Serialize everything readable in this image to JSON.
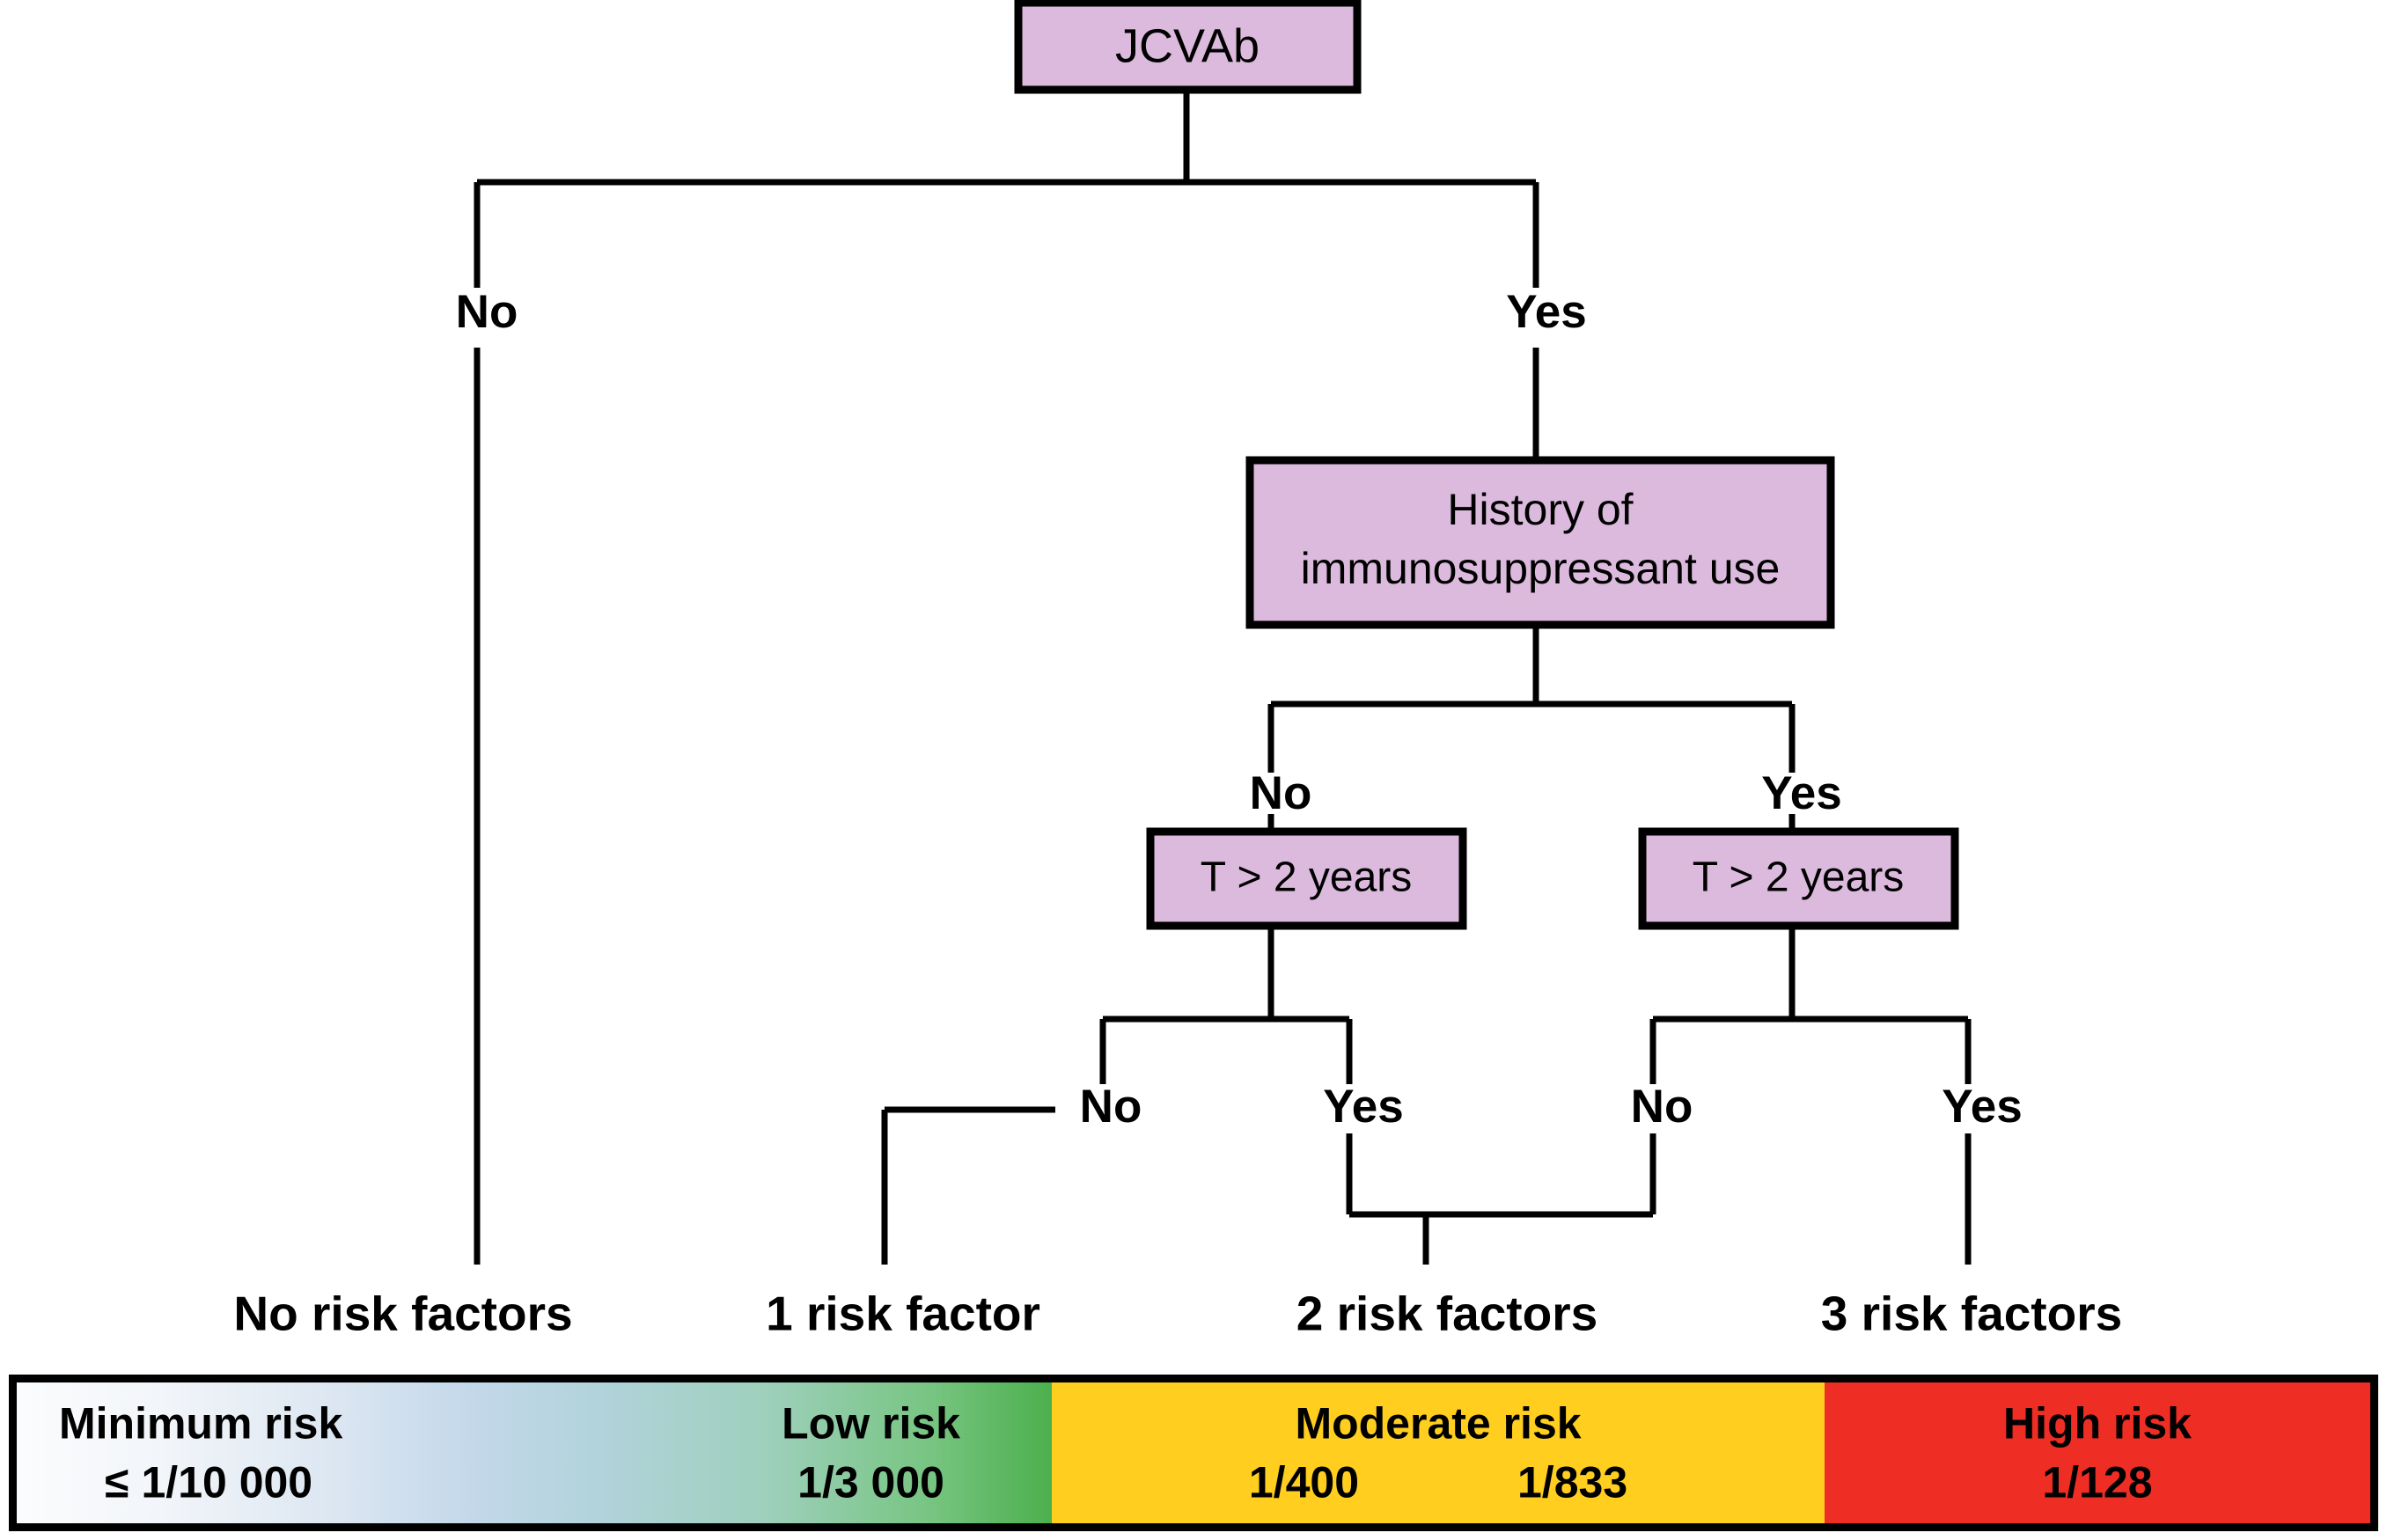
{
  "diagram": {
    "title": "JCVAb risk stratification decision tree",
    "colors": {
      "node_fill": "#dcbadd",
      "node_stroke": "#000000",
      "line": "#000000",
      "green": "#4cb04c",
      "yellow": "#ffce1f",
      "red": "#ee2e24"
    },
    "nodes": {
      "root": {
        "label": "JCVAb"
      },
      "immunosuppressant": {
        "label_line1": "History of",
        "label_line2": "immunosuppressant use"
      },
      "duration_left": {
        "label": "T > 2 years"
      },
      "duration_right": {
        "label": "T > 2 years"
      }
    },
    "edge_labels": {
      "root_no": "No",
      "root_yes": "Yes",
      "immuno_no": "No",
      "immuno_yes": "Yes",
      "left_duration_no": "No",
      "left_duration_yes": "Yes",
      "right_duration_no": "No",
      "right_duration_yes": "Yes"
    },
    "outcomes": [
      {
        "label": "No risk factors"
      },
      {
        "label": "1 risk factor"
      },
      {
        "label": "2 risk factors"
      },
      {
        "label": "3 risk factors"
      }
    ]
  },
  "risk_bar": {
    "segments": [
      {
        "key": "minimum",
        "title": "Minimum risk",
        "value": "≤ 1/10 000"
      },
      {
        "key": "low",
        "title": "Low risk",
        "value": "1/3 000"
      },
      {
        "key": "moderate",
        "title": "Moderate risk",
        "value_left": "1/400",
        "value_right": "1/833"
      },
      {
        "key": "high",
        "title": "High risk",
        "value": "1/128"
      }
    ]
  }
}
